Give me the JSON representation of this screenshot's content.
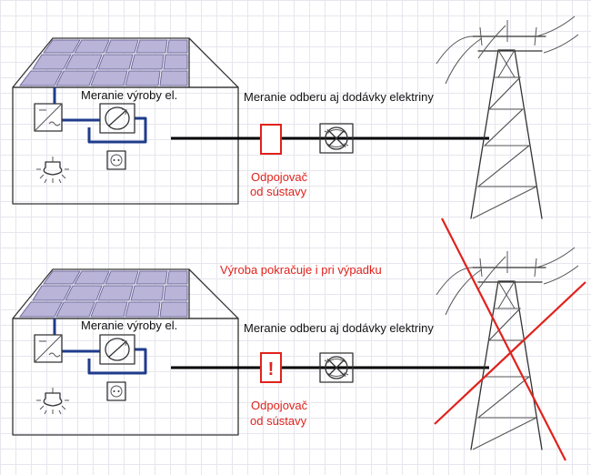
{
  "labels": {
    "production_meter": "Meranie výroby el.",
    "bidirectional_meter": "Meranie odberu aj dodávky elektriny",
    "disconnector_line1": "Odpojovač",
    "disconnector_line2": "od sústavy",
    "production_continues": "Výroba pokračuje i pri výpadku",
    "alert_mark": "!"
  },
  "colors": {
    "accent_red": "#e0221c",
    "wire_blue": "#1f3c8c",
    "solar_panel": "#b9b4d8"
  },
  "icons": [
    "house-icon",
    "solar-panel-icon",
    "inverter-icon",
    "meter-icon",
    "socket-icon",
    "light-bulb-icon",
    "disconnector-switch-icon",
    "power-pylon-icon",
    "cross-out-icon"
  ]
}
